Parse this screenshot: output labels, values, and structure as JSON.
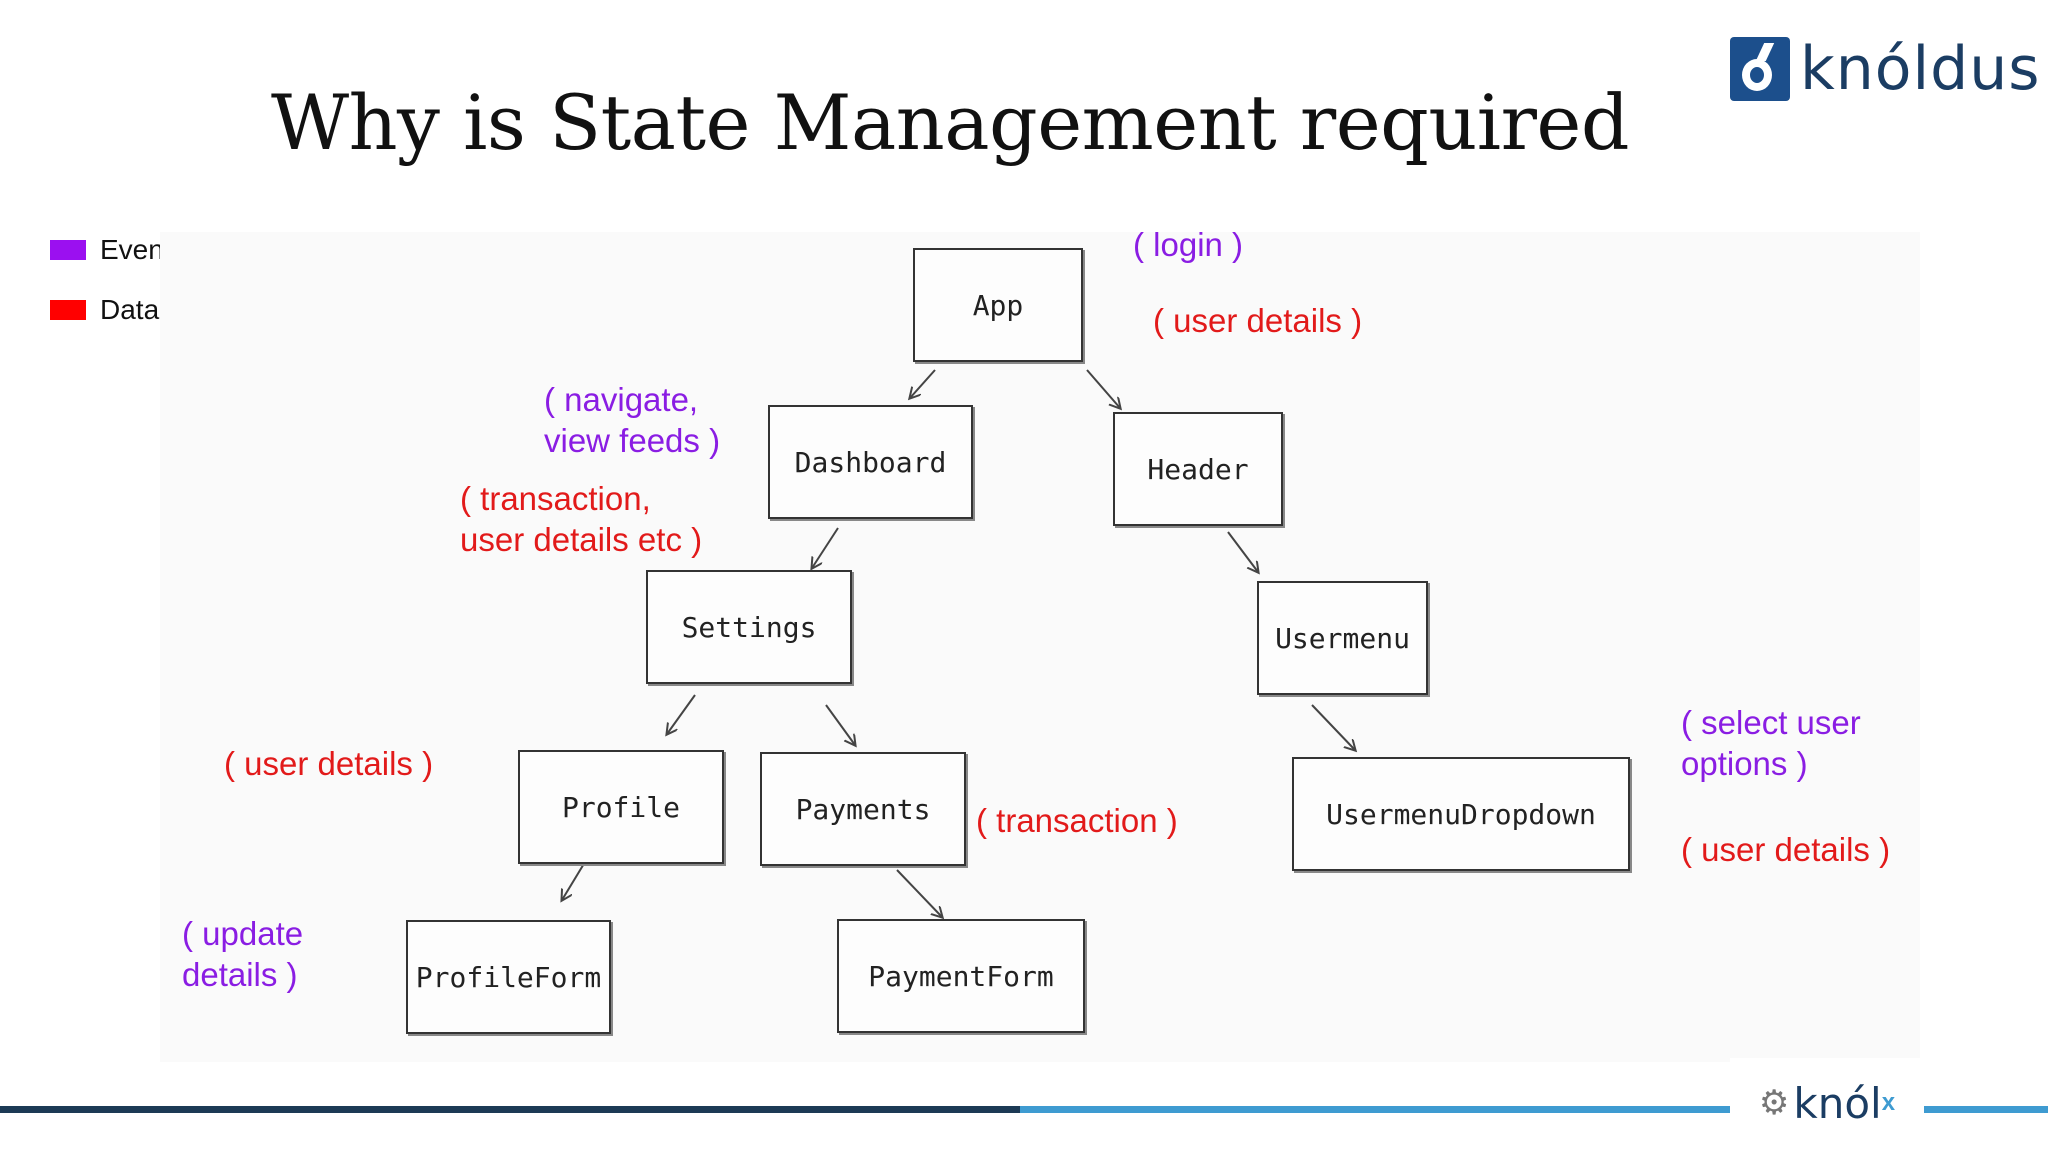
{
  "header": {
    "title": "Why is State Management required",
    "brand": "knóldus"
  },
  "legend": {
    "items": [
      {
        "label": "Event",
        "color": "#9b10f0"
      },
      {
        "label": "Data",
        "color": "#ff0000"
      }
    ]
  },
  "diagram": {
    "nodes": {
      "app": "App",
      "dashboard": "Dashboard",
      "header": "Header",
      "settings": "Settings",
      "usermenu": "Usermenu",
      "profile": "Profile",
      "payments": "Payments",
      "usermenu_dropdown": "UsermenuDropdown",
      "profileform": "ProfileForm",
      "paymentform": "PaymentForm"
    },
    "annotations": {
      "app_event": "( login )",
      "app_data": "( user details )",
      "dashboard_event_1": "( navigate,",
      "dashboard_event_2": "view feeds )",
      "dashboard_data_1": "( transaction,",
      "dashboard_data_2": "user details etc )",
      "profile_data": "( user details )",
      "payments_data": "( transaction )",
      "dropdown_event_1": "( select user",
      "dropdown_event_2": "options )",
      "dropdown_data": "( user details )",
      "profileform_event_1": "( update",
      "profileform_event_2": "details )"
    },
    "colors": {
      "event": "#8a1de3",
      "data": "#e21a1a"
    }
  },
  "footer": {
    "brand": "knól",
    "brand_sup": "x"
  }
}
